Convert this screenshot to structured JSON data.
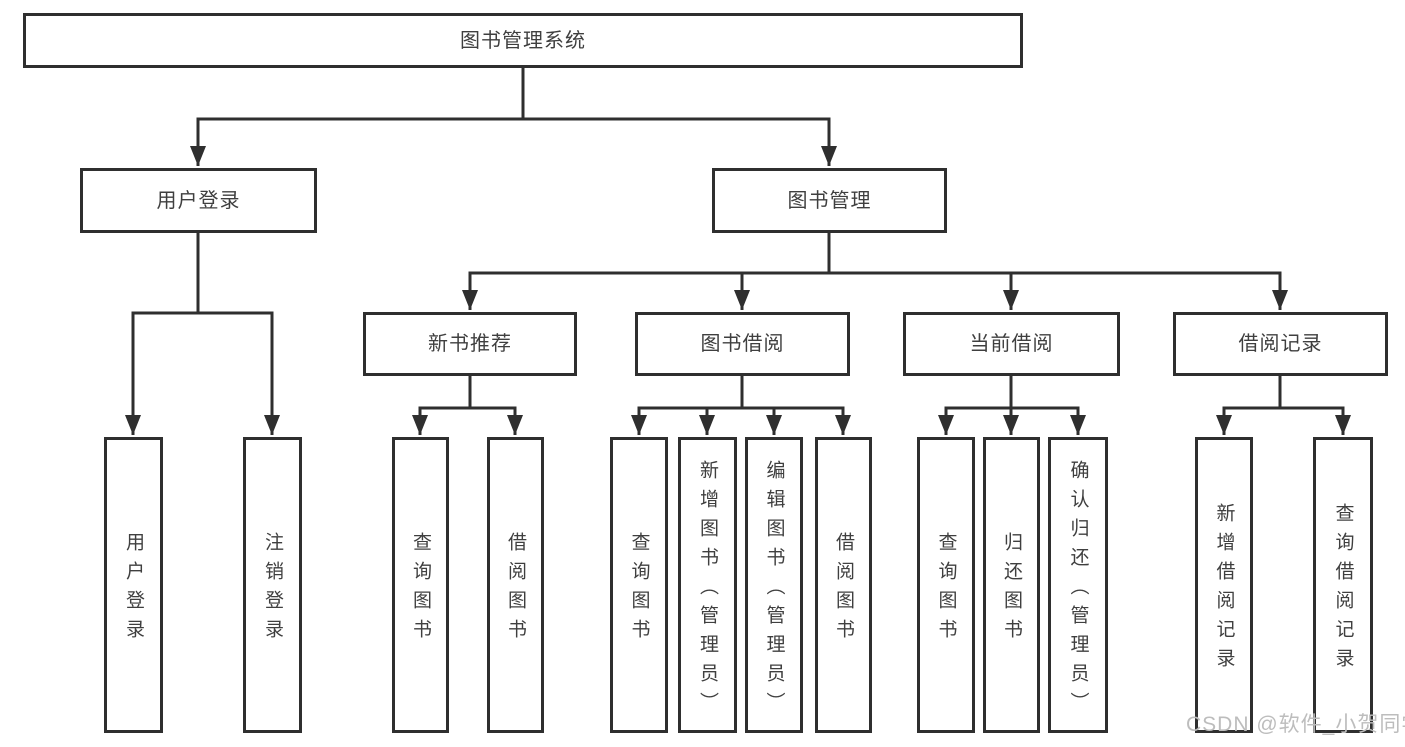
{
  "diagram": {
    "type": "hierarchy-tree",
    "orientation": "top-down"
  },
  "nodes": {
    "root": {
      "label": "图书管理系统"
    },
    "user_login": {
      "label": "用户登录",
      "children": {
        "login": {
          "label": "用户登录"
        },
        "logout": {
          "label": "注销登录"
        }
      }
    },
    "book_mgmt": {
      "label": "图书管理",
      "children": {
        "new_book_rec": {
          "label": "新书推荐",
          "children": {
            "query_books": {
              "label": "查询图书"
            },
            "borrow_books": {
              "label": "借阅图书"
            }
          }
        },
        "book_borrow": {
          "label": "图书借阅",
          "children": {
            "query_books": {
              "label": "查询图书"
            },
            "add_books": {
              "label": "新增图书（管理员）"
            },
            "edit_books": {
              "label": "编辑图书（管理员）"
            },
            "borrow_books": {
              "label": "借阅图书"
            }
          }
        },
        "current_borrow": {
          "label": "当前借阅",
          "children": {
            "query_books": {
              "label": "查询图书"
            },
            "return_books": {
              "label": "归还图书"
            },
            "confirm_return": {
              "label": "确认归还（管理员）"
            }
          }
        },
        "borrow_record": {
          "label": "借阅记录",
          "children": {
            "add_record": {
              "label": "新增借阅记录"
            },
            "query_record": {
              "label": "查询借阅记录"
            }
          }
        }
      }
    }
  },
  "watermark": {
    "text": "CSDN @软件_小贺同学"
  },
  "colors": {
    "line": "#2f2f2f",
    "box_border": "#2f2f2f",
    "text": "#3f3f3f",
    "watermark": "#bdbdbd",
    "background": "#ffffff"
  }
}
